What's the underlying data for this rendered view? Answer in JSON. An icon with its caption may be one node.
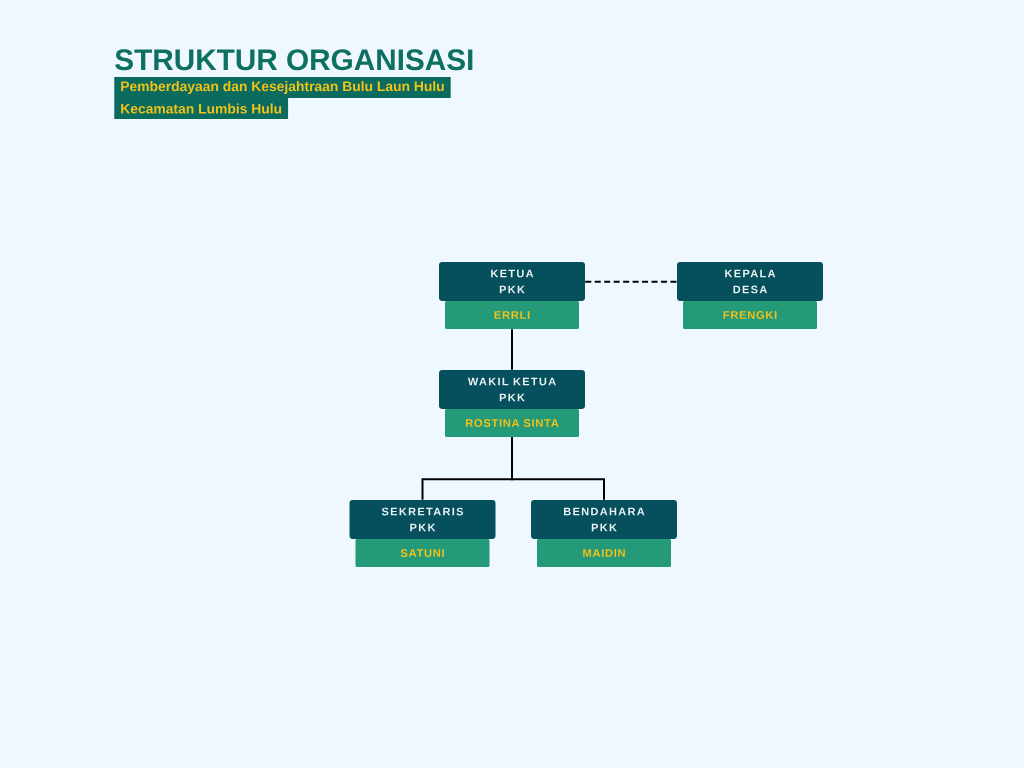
{
  "diagram": {
    "title": "STRUKTUR ORGANISASI",
    "nodes": [
      {
        "text": [
          "KETUA PKK",
          "ERRLI"
        ]
      },
      {
        "text": [
          "KEPALA DESA",
          "FRENGKI"
        ]
      },
      {
        "text": [
          "WAKIL KETUA PKK",
          "ROSTINA SINTA"
        ]
      },
      {
        "text": [
          "SEKRETARIS PKK",
          "SATUNI"
        ]
      },
      {
        "text": [
          "BENDAHARA PKK",
          "MAIDIN"
        ]
      }
    ],
    "edges": [
      {
        "from": 0,
        "to": 1,
        "arrow": "none",
        "style": "dashed"
      },
      {
        "from": 0,
        "to": 2,
        "arrow": "none"
      },
      {
        "from": 2,
        "to": 3,
        "arrow": "none"
      },
      {
        "from": 2,
        "to": 4,
        "arrow": "none"
      }
    ],
    "labels": [
      "Pemberdayaan dan Kesejahtraan Bulu Laun Hulu",
      "Kecamatan Lumbis Hulu"
    ]
  }
}
